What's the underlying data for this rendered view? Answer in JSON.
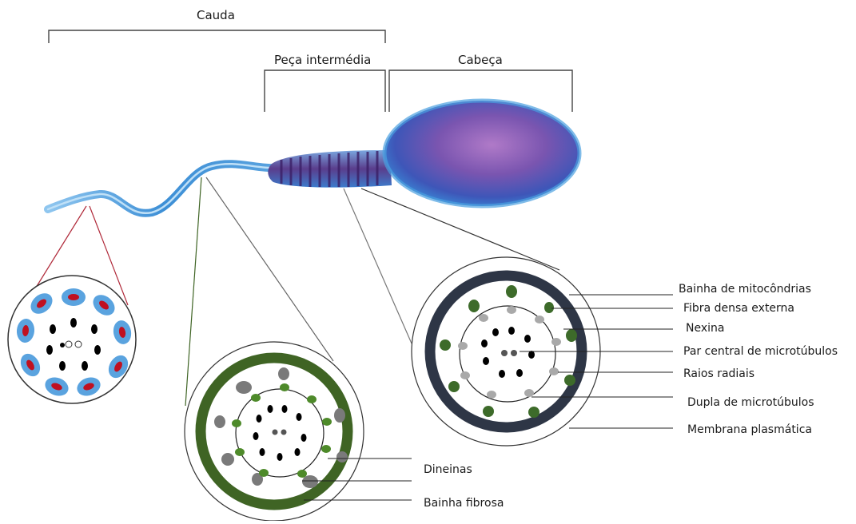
{
  "headers": {
    "tail": "Cauda",
    "midpiece": "Peça intermédia",
    "head": "Cabeça"
  },
  "midpiece_labels": [
    "Bainha de mitocôndrias",
    "Fibra densa externa",
    "Nexina",
    "Par central de microtúbulos",
    "Raios radiais",
    "Dupla de microtúbulos",
    "Membrana plasmática"
  ],
  "tail_labels": {
    "dyneins": "Dineinas",
    "fibrous_sheath": "Bainha fibrosa"
  },
  "colors": {
    "head_purple": "#7a55b0",
    "body_blue": "#3d8fd6",
    "mito_sheath": "#2e3646",
    "fibrous_sheath": "#3f6424",
    "dense_fiber_green": "#3d6b2a",
    "red_core": "#c01020",
    "outer_blue": "#5aa3df"
  }
}
